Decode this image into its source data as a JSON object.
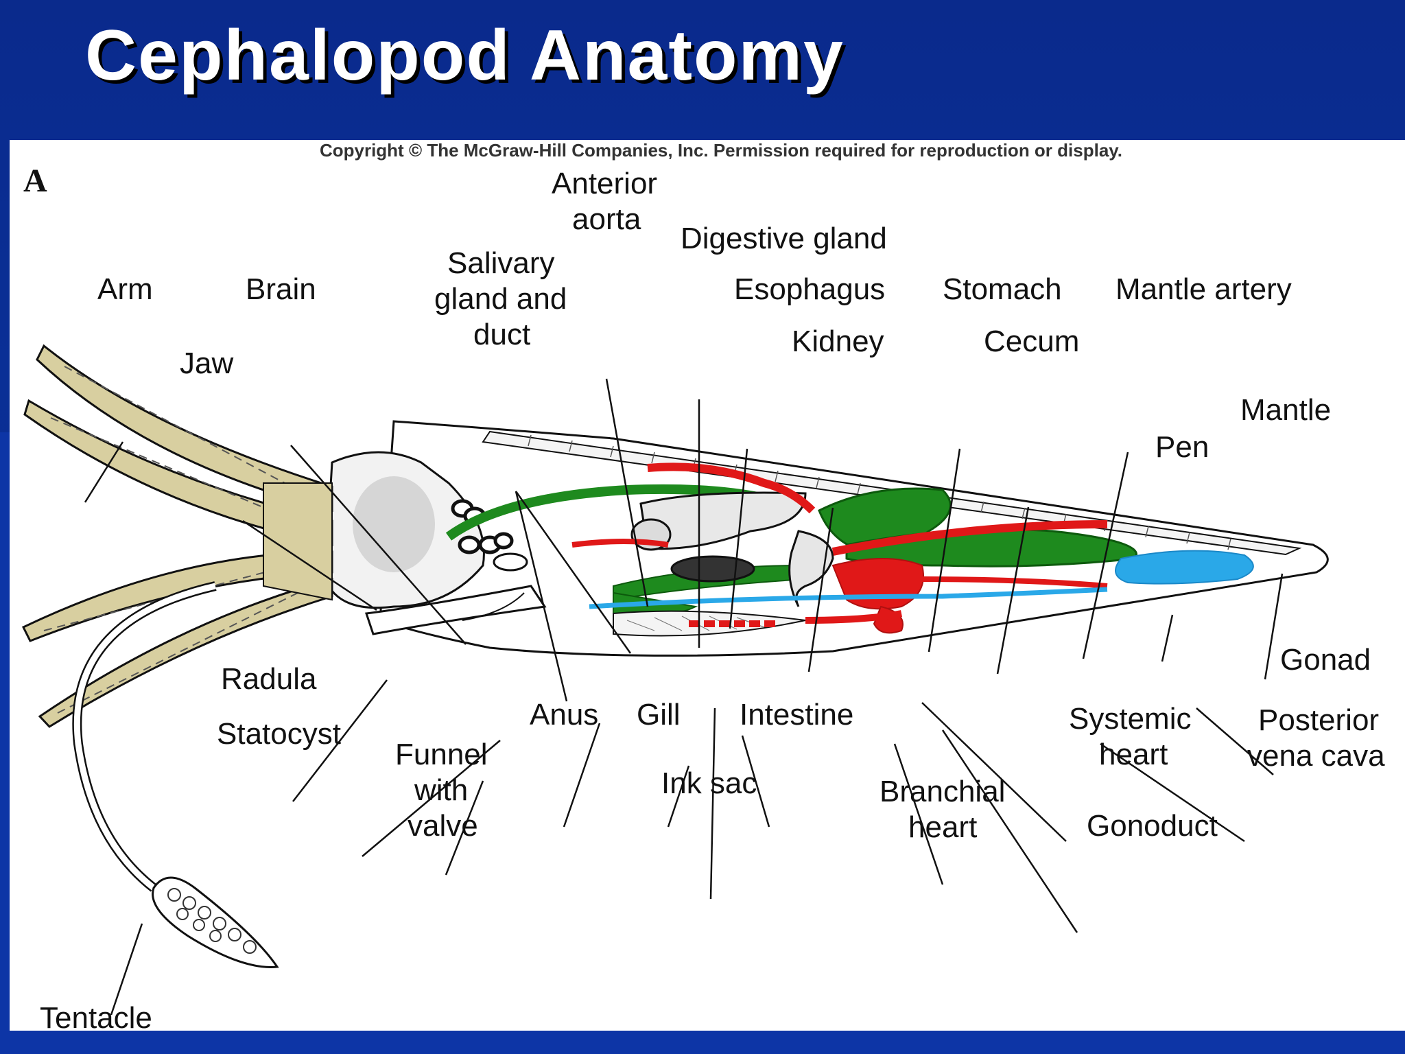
{
  "slide": {
    "title": "Cephalopod Anatomy"
  },
  "figure": {
    "copyright": "Copyright © The McGraw-Hill Companies, Inc. Permission required for reproduction or display.",
    "panel_letter": "A",
    "labels": {
      "arm": "Arm",
      "brain": "Brain",
      "jaw": "Jaw",
      "salivary_1": "Salivary",
      "salivary_2": "gland and",
      "salivary_3": "duct",
      "anterior_aorta_1": "Anterior",
      "anterior_aorta_2": "aorta",
      "digestive_gland": "Digestive gland",
      "esophagus": "Esophagus",
      "kidney": "Kidney",
      "stomach": "Stomach",
      "cecum": "Cecum",
      "mantle_artery": "Mantle artery",
      "mantle": "Mantle",
      "pen": "Pen",
      "gonad": "Gonad",
      "radula": "Radula",
      "statocyst": "Statocyst",
      "funnel_1": "Funnel",
      "funnel_2": "with",
      "funnel_3": "valve",
      "anus": "Anus",
      "gill": "Gill",
      "intestine": "Intestine",
      "ink_sac": "Ink sac",
      "branchial_heart_1": "Branchial",
      "branchial_heart_2": "heart",
      "systemic_heart_1": "Systemic",
      "systemic_heart_2": "heart",
      "posterior_vena_cava_1": "Posterior",
      "posterior_vena_cava_2": "vena cava",
      "gonoduct": "Gonoduct",
      "tentacle": "Tentacle"
    }
  },
  "colors": {
    "background": "#0a2f96",
    "title_text": "#ffffff",
    "digestive_green": "#1e8a1e",
    "circulatory_red": "#e01818",
    "venous_blue": "#2aa8e8",
    "arm_tan": "#d8cfa0"
  }
}
